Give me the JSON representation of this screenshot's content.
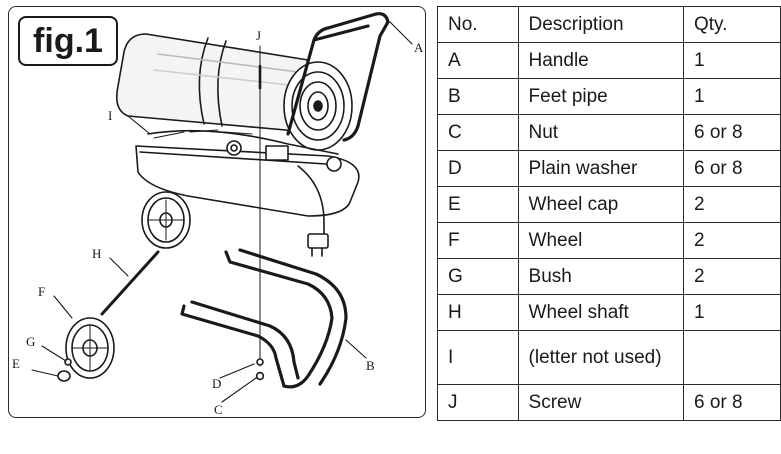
{
  "figure": {
    "label": "fig.1",
    "callouts": [
      "A",
      "B",
      "C",
      "D",
      "E",
      "F",
      "G",
      "H",
      "I",
      "J"
    ]
  },
  "table": {
    "headers": [
      "No.",
      "Description",
      "Qty."
    ],
    "rows": [
      {
        "no": "A",
        "description": "Handle",
        "qty": "1"
      },
      {
        "no": "B",
        "description": "Feet pipe",
        "qty": "1"
      },
      {
        "no": "C",
        "description": "Nut",
        "qty": "6 or 8"
      },
      {
        "no": "D",
        "description": "Plain washer",
        "qty": "6 or 8"
      },
      {
        "no": "E",
        "description": "Wheel cap",
        "qty": "2"
      },
      {
        "no": "F",
        "description": "Wheel",
        "qty": "2"
      },
      {
        "no": "G",
        "description": "Bush",
        "qty": "2"
      },
      {
        "no": "H",
        "description": "Wheel shaft",
        "qty": "1"
      },
      {
        "no": "I",
        "description": "(letter not used)",
        "qty": ""
      },
      {
        "no": "J",
        "description": "Screw",
        "qty": "6 or 8"
      }
    ]
  }
}
